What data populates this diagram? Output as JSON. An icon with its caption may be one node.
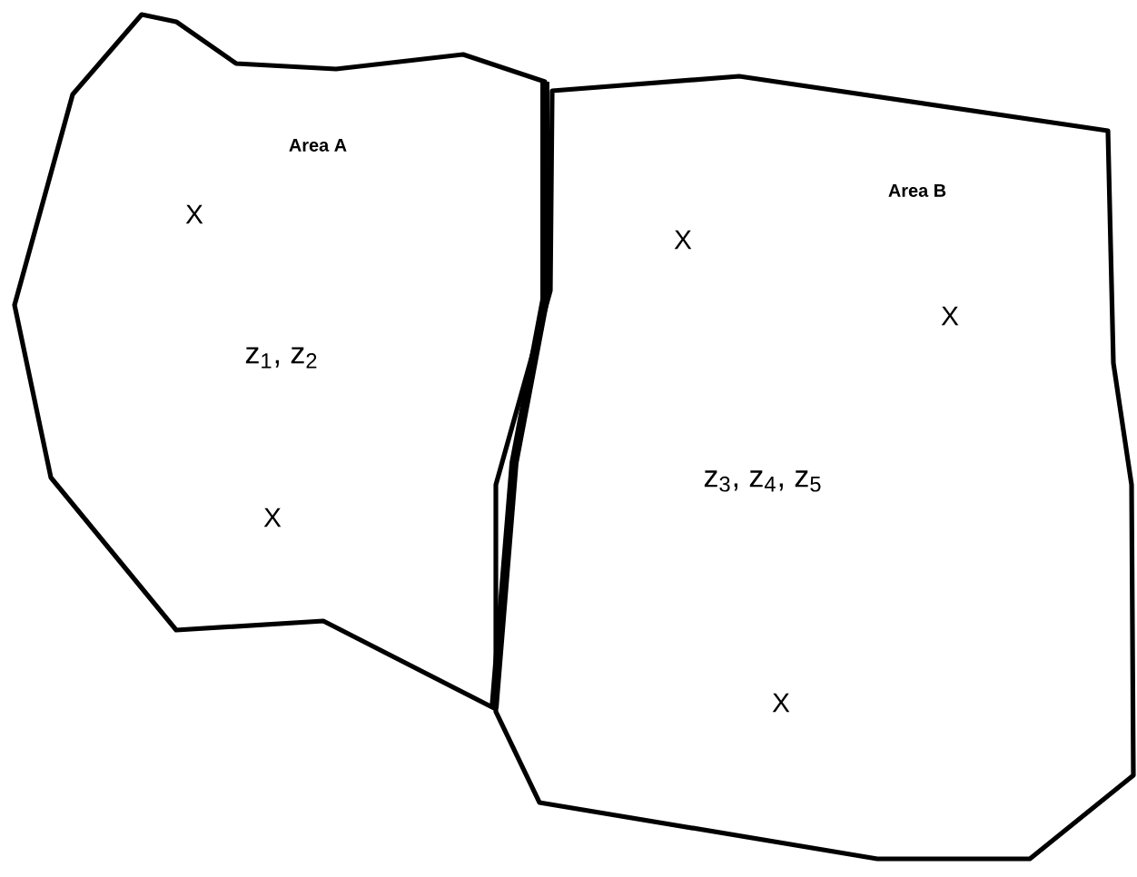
{
  "diagram": {
    "nodes": [
      {
        "text": [
          "Area A",
          "X",
          "z$_{1}$, z$_{2}$",
          "X"
        ]
      },
      {
        "text": [
          "Area B",
          "X",
          "X",
          "z$_{3}$, z$_{4}$, z$_{5}$",
          "X"
        ]
      }
    ]
  }
}
